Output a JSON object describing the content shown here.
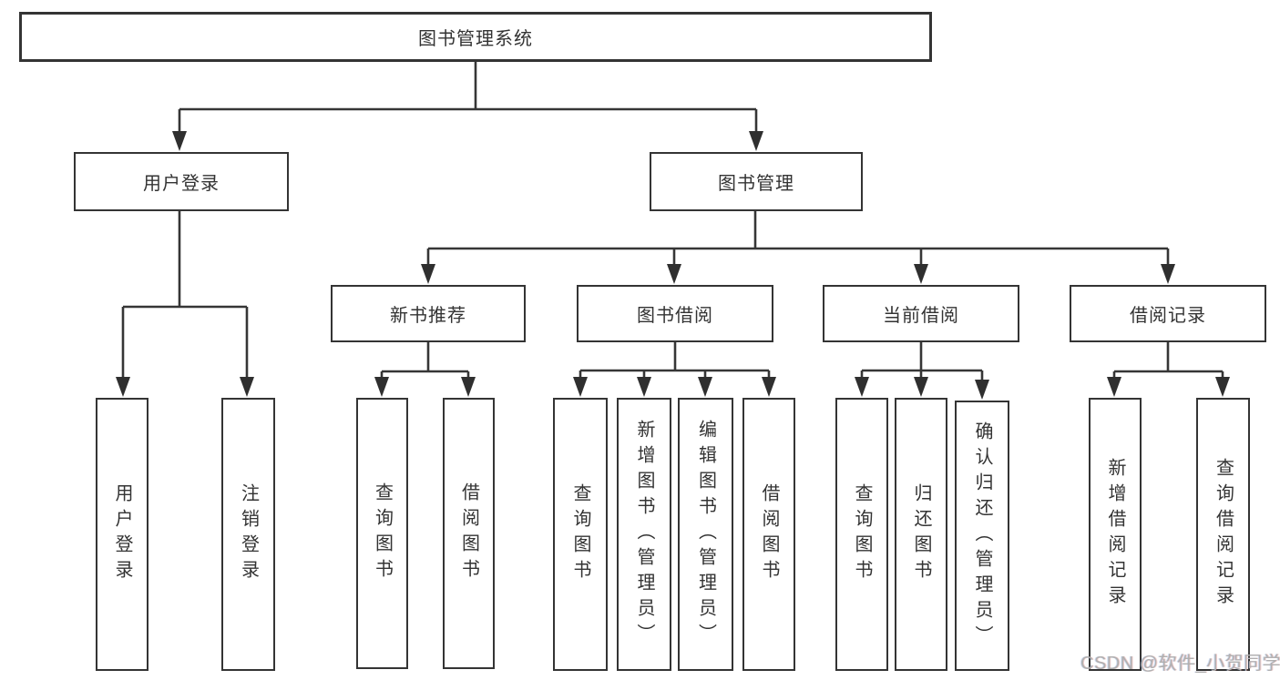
{
  "diagram": {
    "kind": "hierarchy-structure-chart",
    "title": "图书管理系统"
  },
  "tree": {
    "label": "图书管理系统",
    "children": [
      {
        "label": "用户登录",
        "children": [
          {
            "label": "用户登录"
          },
          {
            "label": "注销登录"
          }
        ]
      },
      {
        "label": "图书管理",
        "children": [
          {
            "label": "新书推荐",
            "children": [
              {
                "label": "查询图书"
              },
              {
                "label": "借阅图书"
              }
            ]
          },
          {
            "label": "图书借阅",
            "children": [
              {
                "label": "查询图书"
              },
              {
                "label": "新增图书（管理员）"
              },
              {
                "label": "编辑图书（管理员）"
              },
              {
                "label": "借阅图书"
              }
            ]
          },
          {
            "label": "当前借阅",
            "children": [
              {
                "label": "查询图书"
              },
              {
                "label": "归还图书"
              },
              {
                "label": "确认归还（管理员）"
              }
            ]
          },
          {
            "label": "借阅记录",
            "children": [
              {
                "label": "新增借阅记录"
              },
              {
                "label": "查询借阅记录"
              }
            ]
          }
        ]
      }
    ]
  },
  "watermark": {
    "text": "CSDN @软件_小贺同学"
  },
  "colors": {
    "line": "#363636",
    "box_border": "#343434",
    "text": "#333333",
    "background": "#ffffff",
    "watermark": "#b0b0b0"
  }
}
